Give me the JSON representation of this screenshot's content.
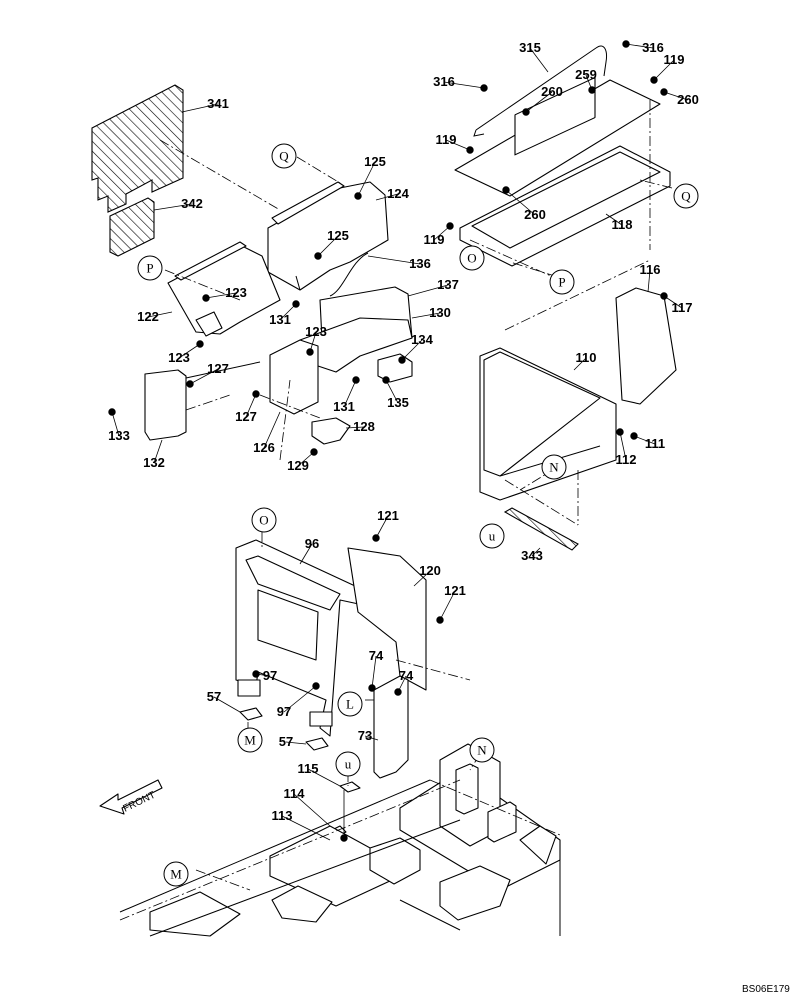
{
  "part_labels": [
    "341",
    "342",
    "125",
    "124",
    "125",
    "136",
    "137",
    "130",
    "122",
    "123",
    "131",
    "123",
    "134",
    "123",
    "127",
    "131",
    "135",
    "133",
    "132",
    "127",
    "126",
    "128",
    "129",
    "315",
    "316",
    "316",
    "119",
    "259",
    "260",
    "260",
    "119",
    "260",
    "119",
    "118",
    "116",
    "117",
    "110",
    "111",
    "112",
    "343",
    "121",
    "96",
    "120",
    "121",
    "74",
    "74",
    "97",
    "97",
    "57",
    "57",
    "73",
    "115",
    "114",
    "113"
  ],
  "reference_circles": [
    "Q",
    "P",
    "O",
    "P",
    "Q",
    "N",
    "u",
    "O",
    "L",
    "M",
    "u",
    "N",
    "M"
  ],
  "front_arrow": "FRONT",
  "drawing_code": "BS06E179"
}
